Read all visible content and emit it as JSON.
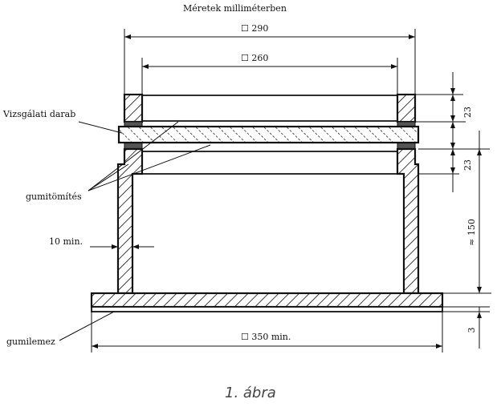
{
  "title": "Méretek milliméterben",
  "dimensions": {
    "outer_top": "☐ 290",
    "inner_top": "☐ 260",
    "base": "☐ 350 min.",
    "upper_ring_height": "23",
    "lower_ring_height": "23",
    "total_height": "≈ 150",
    "rubber_thickness": "3",
    "wall_thickness": "10 min."
  },
  "labels": {
    "specimen": "Vizsgálati darab",
    "gasket": "gumitömítés",
    "rubber_sheet": "gumilemez"
  },
  "caption": "1. ábra"
}
